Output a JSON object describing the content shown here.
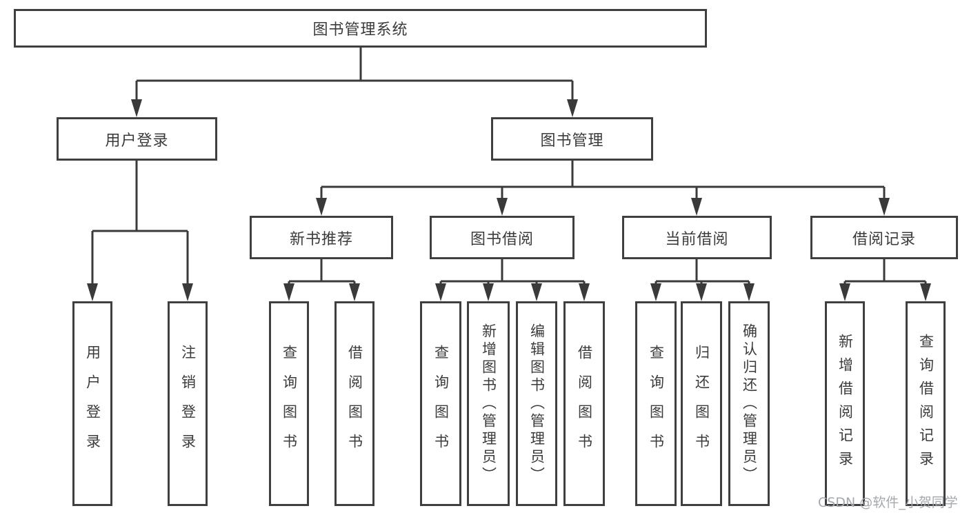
{
  "diagram": {
    "title_node": {
      "label": "图书管理系统"
    },
    "level2": [
      {
        "label": "用户登录"
      },
      {
        "label": "图书管理"
      }
    ],
    "level3": [
      {
        "label": "新书推荐",
        "parent": "图书管理"
      },
      {
        "label": "图书借阅",
        "parent": "图书管理"
      },
      {
        "label": "当前借阅",
        "parent": "图书管理"
      },
      {
        "label": "借阅记录",
        "parent": "图书管理"
      }
    ],
    "leaves": [
      {
        "label": "用户登录",
        "parent": "用户登录"
      },
      {
        "label": "注销登录",
        "parent": "用户登录"
      },
      {
        "label": "查询图书",
        "parent": "新书推荐"
      },
      {
        "label": "借阅图书",
        "parent": "新书推荐"
      },
      {
        "label": "查询图书",
        "parent": "图书借阅"
      },
      {
        "label": "新增图书（管理员）",
        "parent": "图书借阅"
      },
      {
        "label": "编辑图书（管理员）",
        "parent": "图书借阅"
      },
      {
        "label": "借阅图书",
        "parent": "图书借阅"
      },
      {
        "label": "查询图书",
        "parent": "当前借阅"
      },
      {
        "label": "归还图书",
        "parent": "当前借阅"
      },
      {
        "label": "确认归还（管理员）",
        "parent": "当前借阅"
      },
      {
        "label": "新增借阅记录",
        "parent": "借阅记录"
      },
      {
        "label": "查询借阅记录",
        "parent": "借阅记录"
      }
    ],
    "line_color": "#3a3a3a",
    "border_color": "#3f3f3f",
    "text_color": "#3b3b3b"
  },
  "watermark": {
    "text": "CSDN @软件_小贺同学",
    "color": "#a5a8ad"
  }
}
